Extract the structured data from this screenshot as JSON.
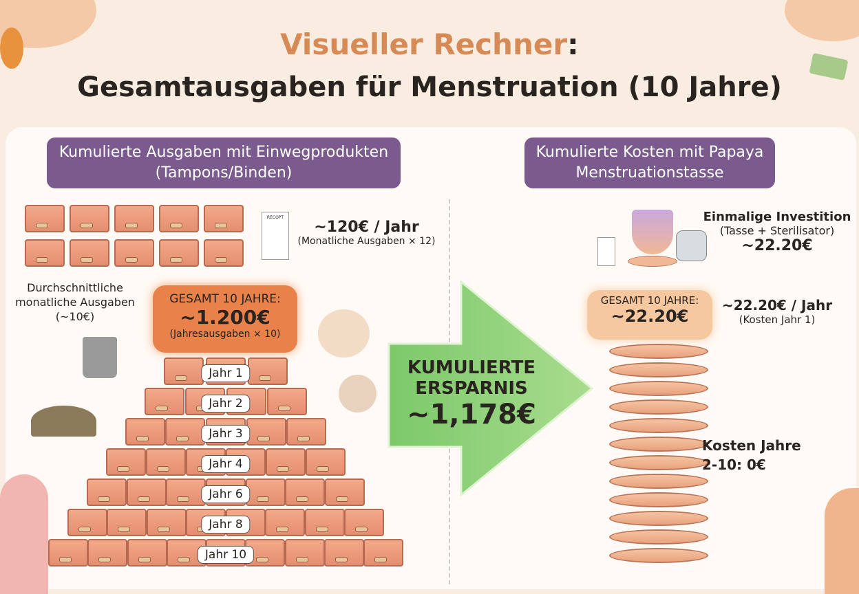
{
  "title": {
    "line1_accent": "Visueller Rechner",
    "line1_colon": ":",
    "line2": "Gesamtausgaben für Menstruation (10 Jahre)"
  },
  "left": {
    "header": "Kumulierte Ausgaben mit Einwegprodukten (Tampons/Binden)",
    "receipt_label": "RECOPT",
    "yearly": "~120€ / Jahr",
    "yearly_note": "(Monatliche Ausgaben × 12)",
    "monthly_label": "Durchschnittliche monatliche Ausgaben",
    "monthly_value": "(~10€)",
    "total_label": "GESAMT 10 JAHRE:",
    "total_value": "~1.200€",
    "total_note": "(Jahresausgaben × 10)",
    "years": [
      "Jahr 1",
      "Jahr 2",
      "Jahr 3",
      "Jahr 4",
      "Jahr 6",
      "Jahr 8",
      "Jahr 10"
    ]
  },
  "arrow": {
    "line1": "KUMULIERTE",
    "line2": "ERSPARNIS",
    "value": "~1,178€"
  },
  "right": {
    "header": "Kumulierte Kosten mit Papaya Menstruationstasse",
    "invest_label": "Einmalige Investition",
    "invest_note": "(Tasse + Sterilisator)",
    "invest_value": "~22.20€",
    "total_label": "GESAMT 10 JAHRE:",
    "total_value": "~22.20€",
    "yearly": "~22.20€ / Jahr",
    "yearly_note": "(Kosten Jahr 1)",
    "later": "Kosten Jahre 2-10: 0€"
  },
  "colors": {
    "accent": "#d68a55",
    "header": "#7b5a8e",
    "arrow": "#8ed17a",
    "bubble_left": "#e8824a",
    "bubble_right": "#f6c8a0"
  }
}
